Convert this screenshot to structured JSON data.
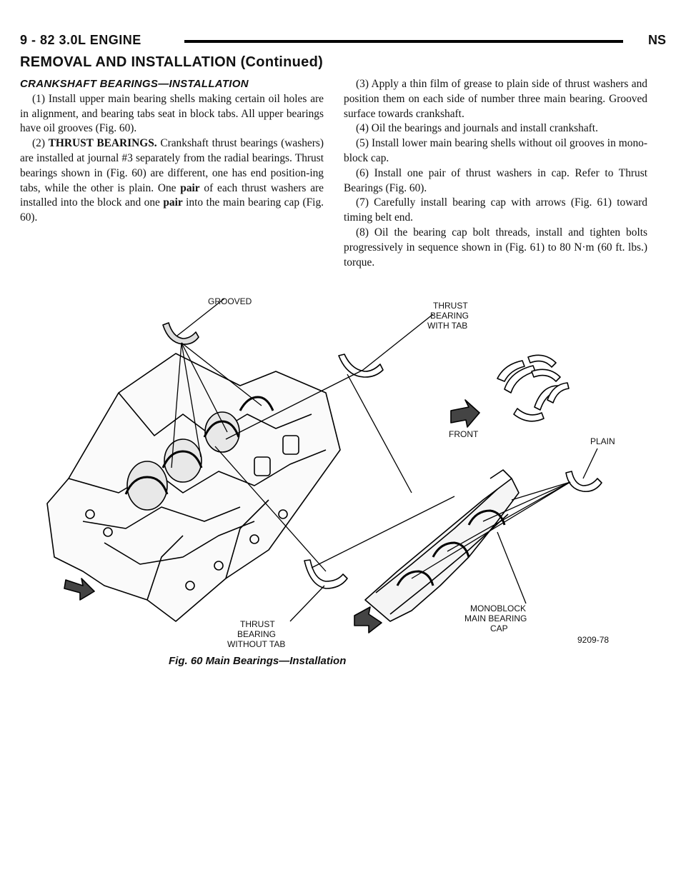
{
  "header": {
    "page_ref": "9 - 82   3.0L ENGINE",
    "brand": "NS"
  },
  "section_title": "REMOVAL AND INSTALLATION (Continued)",
  "subsection_title": "CRANKSHAFT BEARINGS—INSTALLATION",
  "left_column": {
    "p1": "(1) Install upper main bearing shells making certain oil holes are in alignment, and bearing tabs seat in block tabs. All upper bearings have oil grooves (Fig. 60).",
    "p2_prefix": "(2) ",
    "p2_bold": "THRUST BEARINGS.",
    "p2_text1": " Crankshaft thrust bearings (washers) are installed at journal #3 separately from the radial bearings. Thrust bearings shown in (Fig. 60) are different, one has end position-ing tabs, while the other is plain. One ",
    "p2_bold2": "pair",
    "p2_text2": " of each thrust washers are installed into the block and one ",
    "p2_bold3": "pair",
    "p2_text3": " into the main bearing cap (Fig. 60)."
  },
  "right_column": {
    "p3": "(3) Apply a thin film of grease to plain side of thrust washers and position them on each side of number three main bearing. Grooved surface towards crankshaft.",
    "p4": "(4) Oil the bearings and journals and install crankshaft.",
    "p5": "(5) Install lower main bearing shells without oil grooves in mono-block cap.",
    "p6": "(6) Install one pair of thrust washers in cap. Refer to Thrust Bearings (Fig. 60).",
    "p7": "(7) Carefully install bearing cap with arrows (Fig. 61) toward timing belt end.",
    "p8": "(8) Oil the bearing cap bolt threads, install and tighten bolts progressively in sequence shown in (Fig. 61) to 80 N·m (60 ft. lbs.) torque."
  },
  "figure": {
    "labels": {
      "grooved": "GROOVED",
      "thrust_tab_1": "THRUST",
      "thrust_tab_2": "BEARING",
      "thrust_tab_3": "WITH TAB",
      "front": "FRONT",
      "plain": "PLAIN",
      "thrust_notab_1": "THRUST",
      "thrust_notab_2": "BEARING",
      "thrust_notab_3": "WITHOUT TAB",
      "mono_1": "MONOBLOCK",
      "mono_2": "MAIN BEARING",
      "mono_3": "CAP",
      "figure_code": "9209-78"
    },
    "caption": "Fig. 60 Main Bearings—Installation"
  }
}
